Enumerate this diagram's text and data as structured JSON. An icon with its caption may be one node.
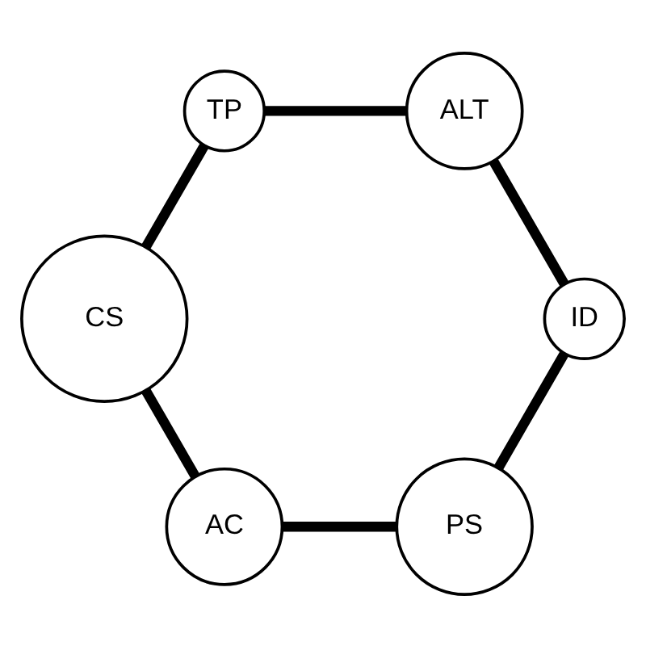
{
  "diagram": {
    "nodes": [
      {
        "text": [
          "PS"
        ]
      },
      {
        "text": [
          "ALT"
        ]
      },
      {
        "text": [
          "TP"
        ]
      },
      {
        "text": [
          "ID"
        ]
      },
      {
        "text": [
          "CS"
        ]
      },
      {
        "text": [
          "AC"
        ]
      }
    ],
    "edges": [
      {
        "from": 4,
        "to": 2,
        "arrow": "none"
      },
      {
        "from": 2,
        "to": 1,
        "arrow": "none"
      },
      {
        "from": 1,
        "to": 3,
        "arrow": "none"
      },
      {
        "from": 3,
        "to": 0,
        "arrow": "none"
      },
      {
        "from": 0,
        "to": 5,
        "arrow": "none"
      },
      {
        "from": 5,
        "to": 4,
        "arrow": "none"
      }
    ]
  }
}
